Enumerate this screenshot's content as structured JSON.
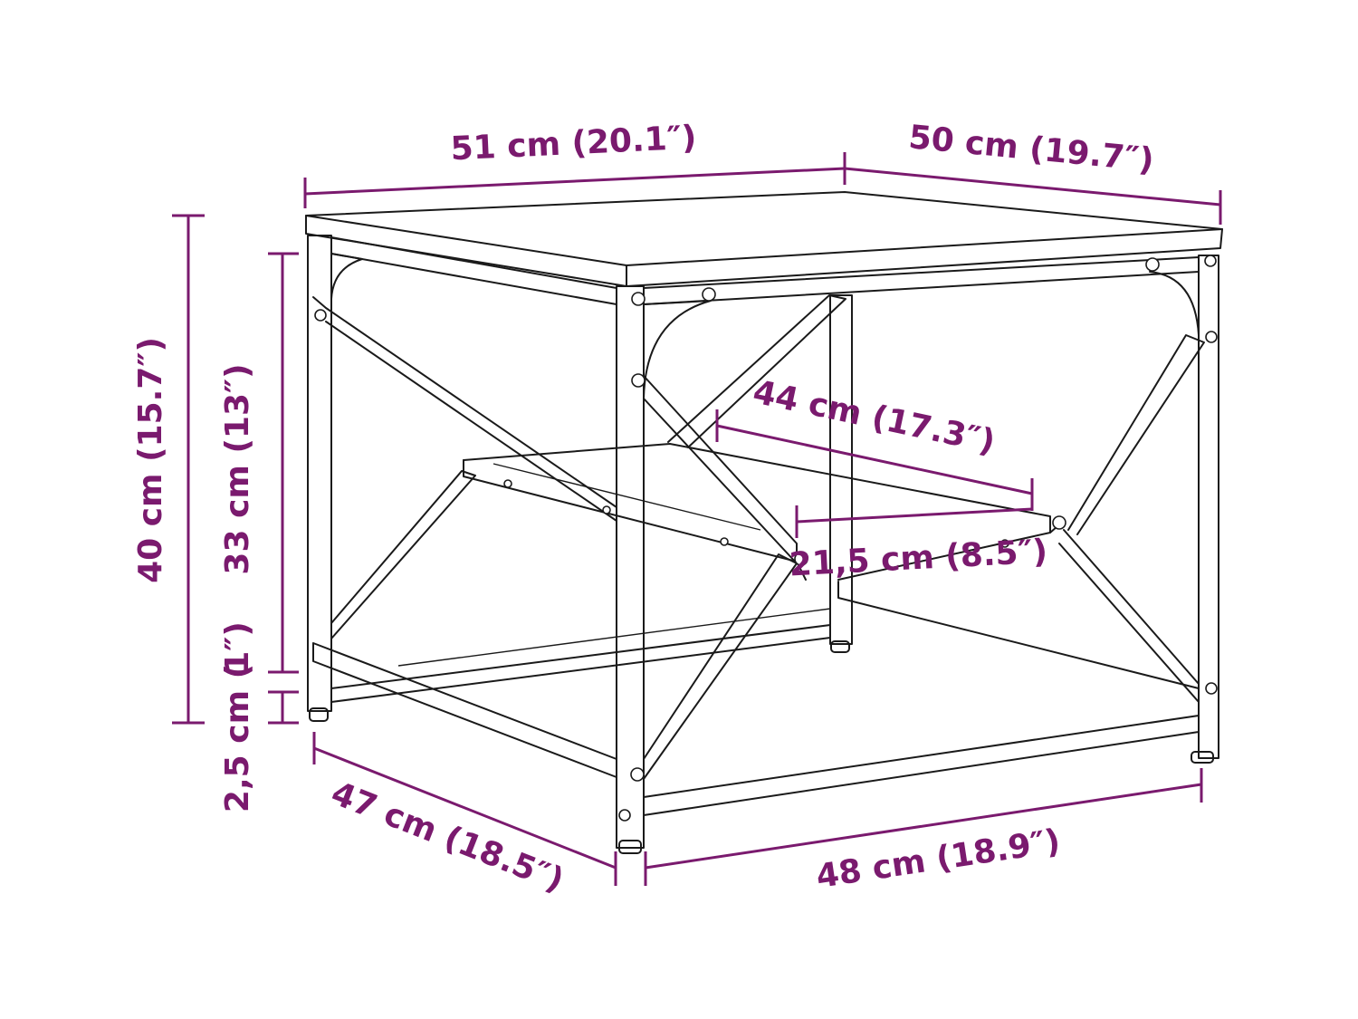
{
  "colors": {
    "dimension": "#7a1a6e",
    "line": "#1a1a1a",
    "background": "#ffffff"
  },
  "dimensions": {
    "top_width": "51 cm (20.1″)",
    "top_depth": "50 cm (19.7″)",
    "total_height": "40 cm (15.7″)",
    "frame_height": "33 cm (13″)",
    "shelf_gap": "1″)",
    "foot_height": "2,5 cm (",
    "inner_width": "44 cm (17.3″)",
    "shelf_depth": "21,5 cm (8.5″)",
    "bottom_depth": "47 cm (18.5″)",
    "bottom_width": "48 cm (18.9″)"
  }
}
